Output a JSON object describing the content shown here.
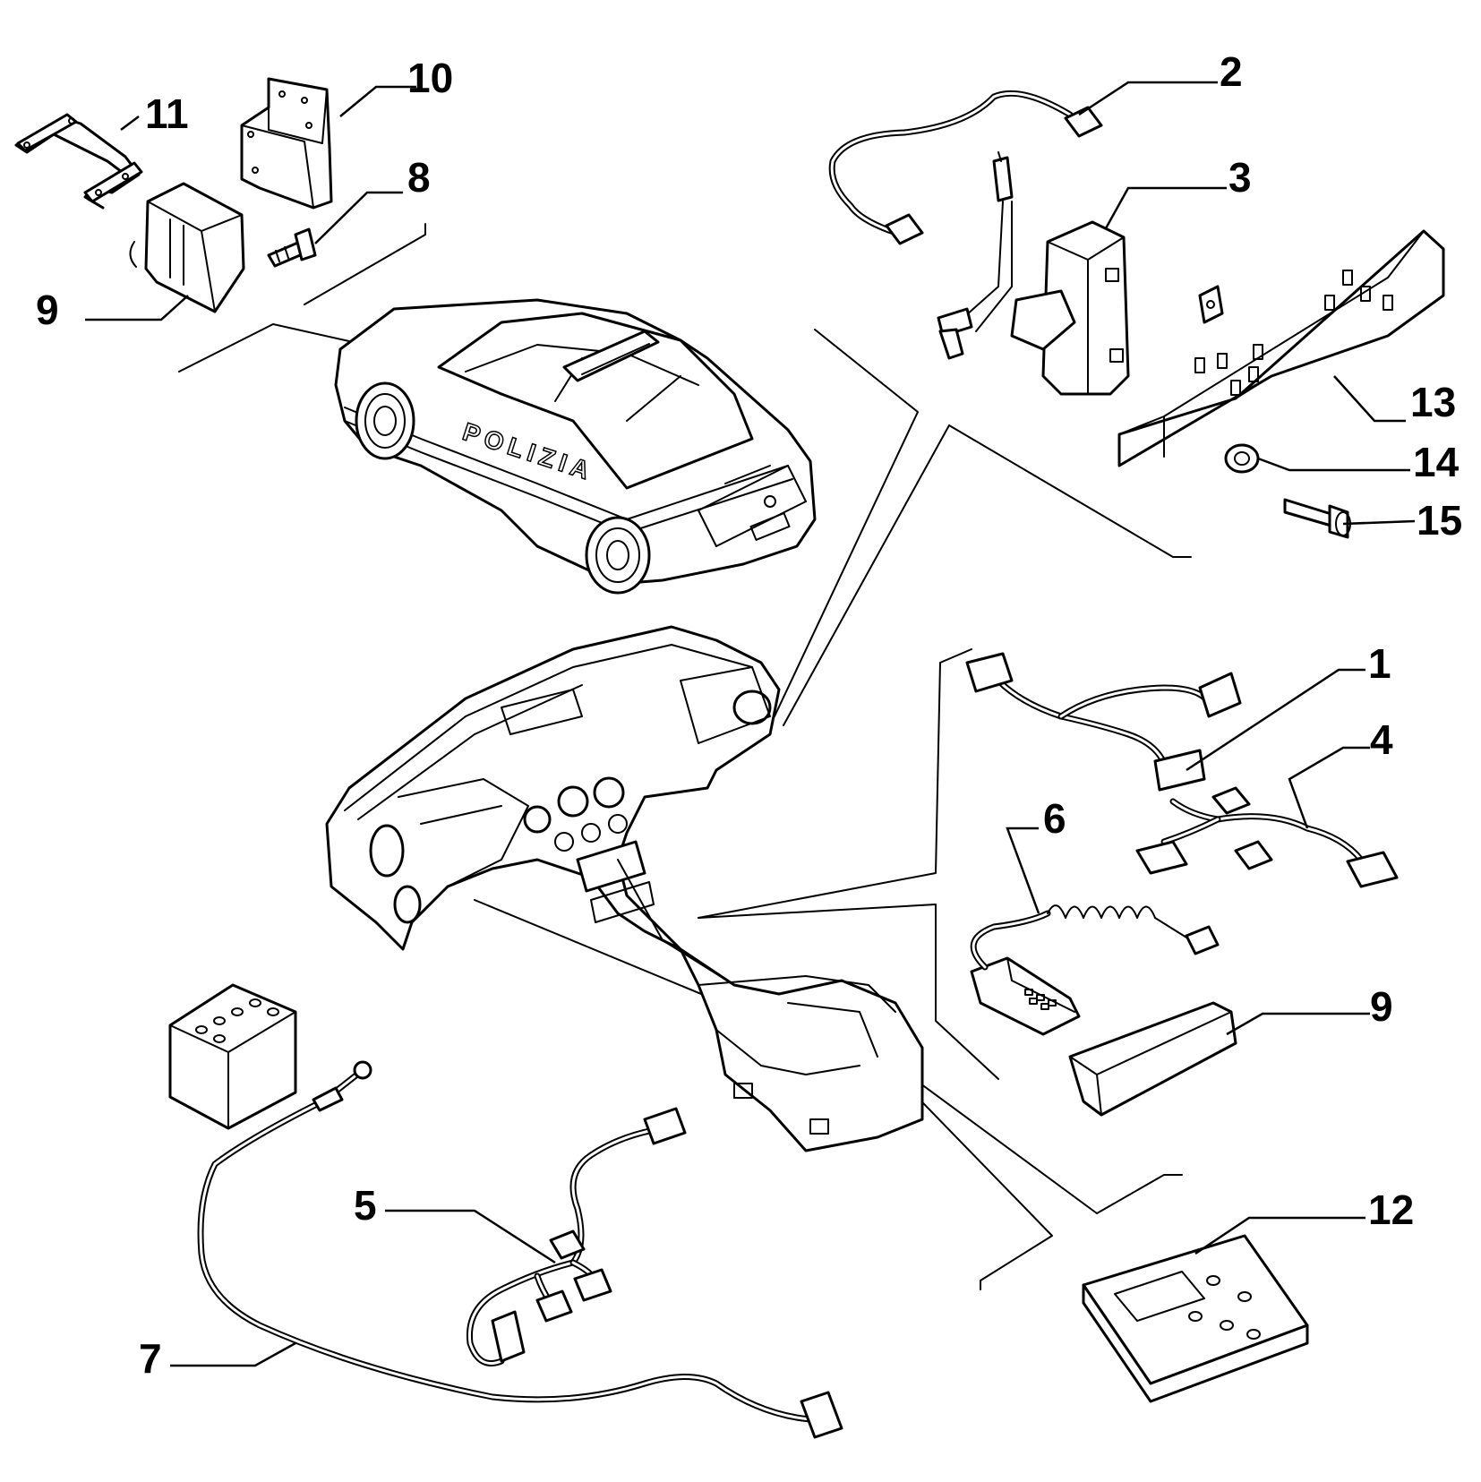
{
  "figure": {
    "car_livery_text": "POLIZIA"
  },
  "callouts": {
    "c1": "1",
    "c2": "2",
    "c3": "3",
    "c4": "4",
    "c5": "5",
    "c6": "6",
    "c7": "7",
    "c8": "8",
    "c9a": "9",
    "c9b": "9",
    "c10": "10",
    "c11": "11",
    "c12": "12",
    "c13": "13",
    "c14": "14",
    "c15": "15"
  }
}
